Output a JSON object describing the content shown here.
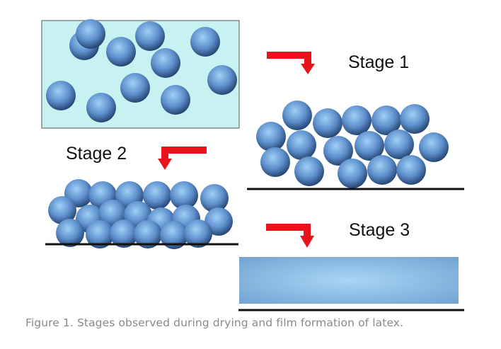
{
  "labels": {
    "stage1": "Stage 1",
    "stage2": "Stage 2",
    "stage3": "Stage 3"
  },
  "caption": "Figure 1. Stages observed during drying and film formation of latex.",
  "colors": {
    "dispersion_background": "#c8f2f2",
    "particle_highlight": "#9ed0f6",
    "particle_mid": "#5e8fcc",
    "particle_shadow": "#1f3e6a",
    "arrow": "#e8131b",
    "substrate_line": "#111111",
    "film_center": "#a8d6f6",
    "film_edge": "#6f9fcf",
    "caption_text": "#8a8a8a"
  },
  "icons": {
    "arrow": "down-right-bent-arrow-icon",
    "particle": "latex-particle-sphere"
  }
}
